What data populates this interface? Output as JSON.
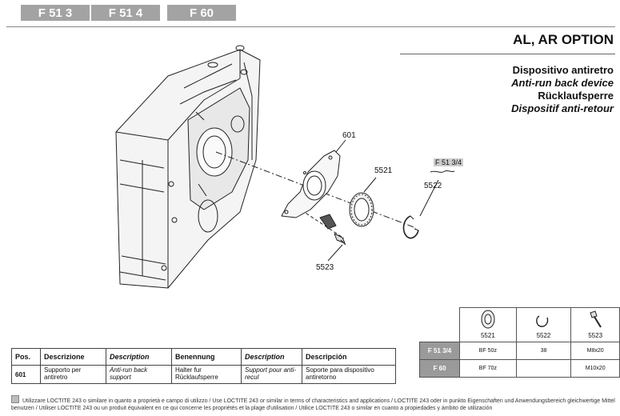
{
  "tabs": [
    "F 51 3",
    "F 51 4",
    "F 60"
  ],
  "option_title": "AL, AR OPTION",
  "titles": {
    "it": "Dispositivo antiretro",
    "en": "Anti-run back device",
    "de": "Rücklaufsperre",
    "fr": "Dispositif anti-retour"
  },
  "callouts": {
    "c601": "601",
    "c5521": "5521",
    "c5522": "5522",
    "c5523": "5523",
    "series_note": "F 51 3/4"
  },
  "parts_table": {
    "codes": [
      "5521",
      "5522",
      "5523"
    ],
    "rows": [
      {
        "label": "F 51 3/4",
        "values": [
          "BF 50z",
          "38",
          "M8x20"
        ]
      },
      {
        "label": "F 60",
        "values": [
          "BF 70z",
          "",
          "M10x20"
        ]
      }
    ]
  },
  "desc_table": {
    "headers": [
      "Pos.",
      "Descrizione",
      "Description",
      "Benennung",
      "Description",
      "Descripción"
    ],
    "row": [
      "601",
      "Supporto per antiretro",
      "Anti-run back support",
      "Halter fur Rücklaufsperre",
      "Support pour anti-recul",
      "Soporte para dispositivo antiretorno"
    ]
  },
  "footnote": "Utilizzare LOCTITE 243 o similare in quanto a proprietà e campo di utilizzo / Use LOCTITE 243 or similar in terms of characteristics and applications / LOCTITE 243 oder in punkto Eigenschaften und Anwendungsbereich gleichwertige Mittel benutzen / Utiliser LOCTITE 243 ou un produit équivalent en ce qui concerne les propriétés et la plage d'utilisation / Utilice LOCTITE 243 o similar en cuanto a propiedades y ámbito de utilización"
}
